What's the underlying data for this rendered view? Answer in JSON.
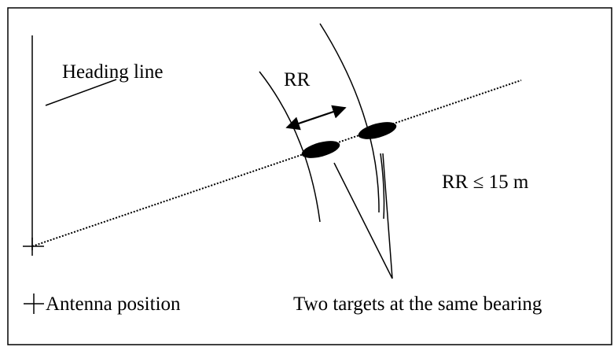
{
  "labels": {
    "heading_line": "Heading line",
    "rr": "RR",
    "rr_condition": "RR ≤ 15 m",
    "antenna_position": "Antenna position",
    "two_targets": "Two targets at the same bearing"
  },
  "colors": {
    "stroke": "#000000",
    "target_fill": "#000000",
    "background": "#ffffff"
  },
  "icons": {
    "antenna_marker": "cross-icon",
    "legend_marker": "cross-icon",
    "range_arrow": "double-arrow-icon"
  }
}
